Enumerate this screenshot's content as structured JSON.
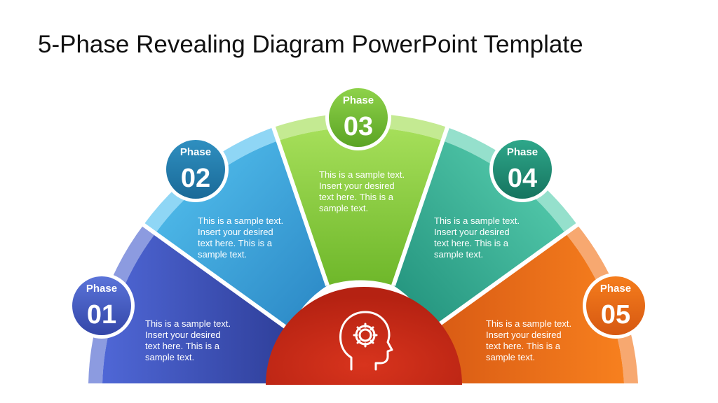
{
  "slide": {
    "title": "5-Phase Revealing Diagram PowerPoint Template"
  },
  "phases": [
    {
      "label": "Phase",
      "number": "01",
      "text_lines": [
        "This is a sample text.",
        "Insert your desired",
        "text here. This is a",
        "sample text."
      ],
      "color": "#4a5fc9"
    },
    {
      "label": "Phase",
      "number": "02",
      "text_lines": [
        "This is a sample text.",
        "Insert your desired",
        "text here. This is a",
        "sample text."
      ],
      "color": "#3aa9dd"
    },
    {
      "label": "Phase",
      "number": "03",
      "text_lines": [
        "This is a sample text.",
        "Insert your desired",
        "text here. This is a",
        "sample text."
      ],
      "color": "#8fce3e"
    },
    {
      "label": "Phase",
      "number": "04",
      "text_lines": [
        "This is a sample text.",
        "Insert your desired",
        "text here. This is a",
        "sample text."
      ],
      "color": "#2fb59a"
    },
    {
      "label": "Phase",
      "number": "05",
      "text_lines": [
        "This is a sample text.",
        "Insert your desired",
        "text here. This is a",
        "sample text."
      ],
      "color": "#ee6a1c"
    }
  ],
  "center": {
    "icon": "head-gear-icon",
    "color": "#c72a17"
  }
}
